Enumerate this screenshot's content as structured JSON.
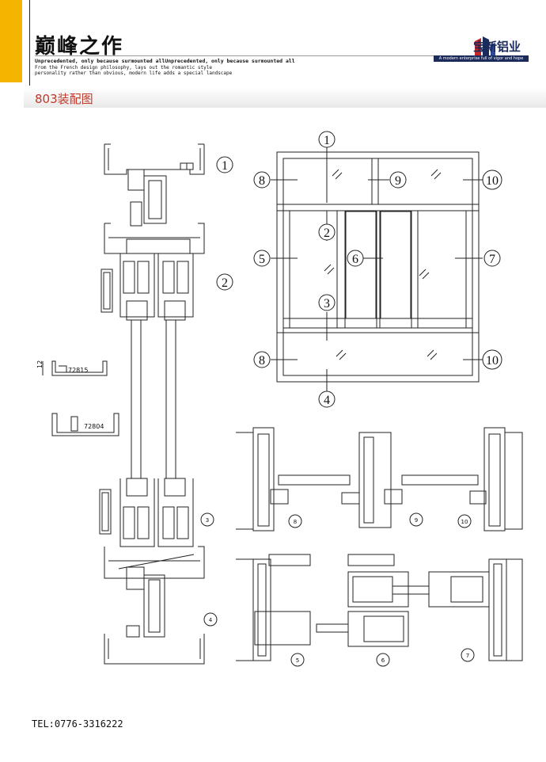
{
  "header": {
    "title": "巅峰之作",
    "tagline_en": "Unprecedented, only because surmounted allUnprecedented, only because surmounted all",
    "description_en": "From the French design philosophy, lays out the romantic style\npersonality rather than obvious, modern life adds a special landscape",
    "brand_name": "宝新铝业",
    "brand_slogan": "A modern enterprise full of vigor and hope"
  },
  "section": {
    "title": "803装配图"
  },
  "profiles": {
    "part_a": "72815",
    "part_b": "72804",
    "dim_12": "12"
  },
  "callouts": {
    "left": [
      "1",
      "2",
      "3",
      "4"
    ],
    "elevation": [
      "1",
      "2",
      "3",
      "4",
      "5",
      "6",
      "7",
      "8",
      "9",
      "10",
      "8",
      "10"
    ],
    "details_top": [
      "8",
      "9",
      "10"
    ],
    "details_bottom": [
      "5",
      "6",
      "7"
    ]
  },
  "footer": {
    "tel": "TEL:0776-3316222"
  },
  "colors": {
    "accent": "#f5b400",
    "title_red": "#c0392b",
    "brand_navy": "#1a2a5a"
  }
}
